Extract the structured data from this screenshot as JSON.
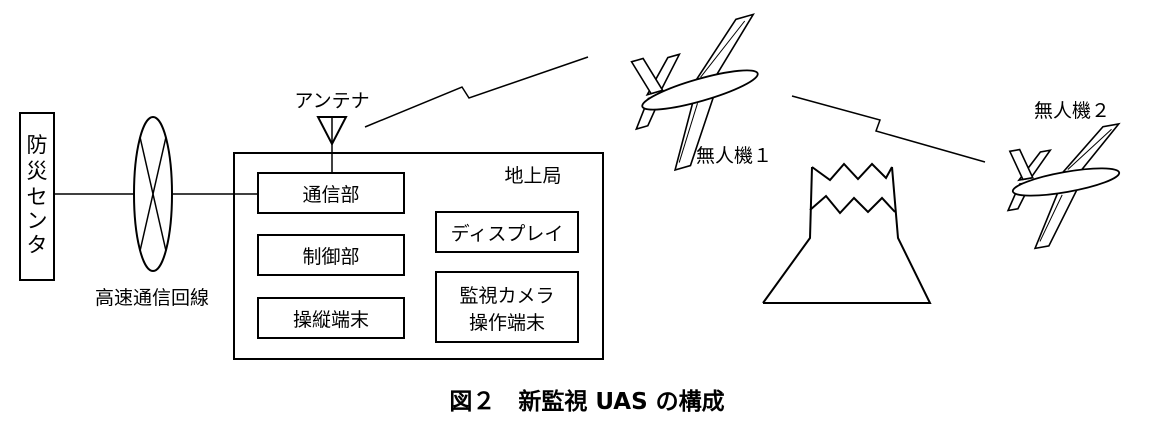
{
  "diagram": {
    "disaster_center": {
      "chars": [
        "防",
        "災",
        "セ",
        "ン",
        "タ"
      ]
    },
    "highspeed_line_label": "高速通信回線",
    "antenna_label": "アンテナ",
    "ground_station": {
      "title": "地上局",
      "comm_unit": "通信部",
      "control_unit": "制御部",
      "pilot_terminal": "操縦端末",
      "display": "ディスプレイ",
      "camera_terminal_line1": "監視カメラ",
      "camera_terminal_line2": "操作端末"
    },
    "uav1_label": "無人機１",
    "uav2_label": "無人機２",
    "caption": "図２　新監視 UAS の構成"
  }
}
